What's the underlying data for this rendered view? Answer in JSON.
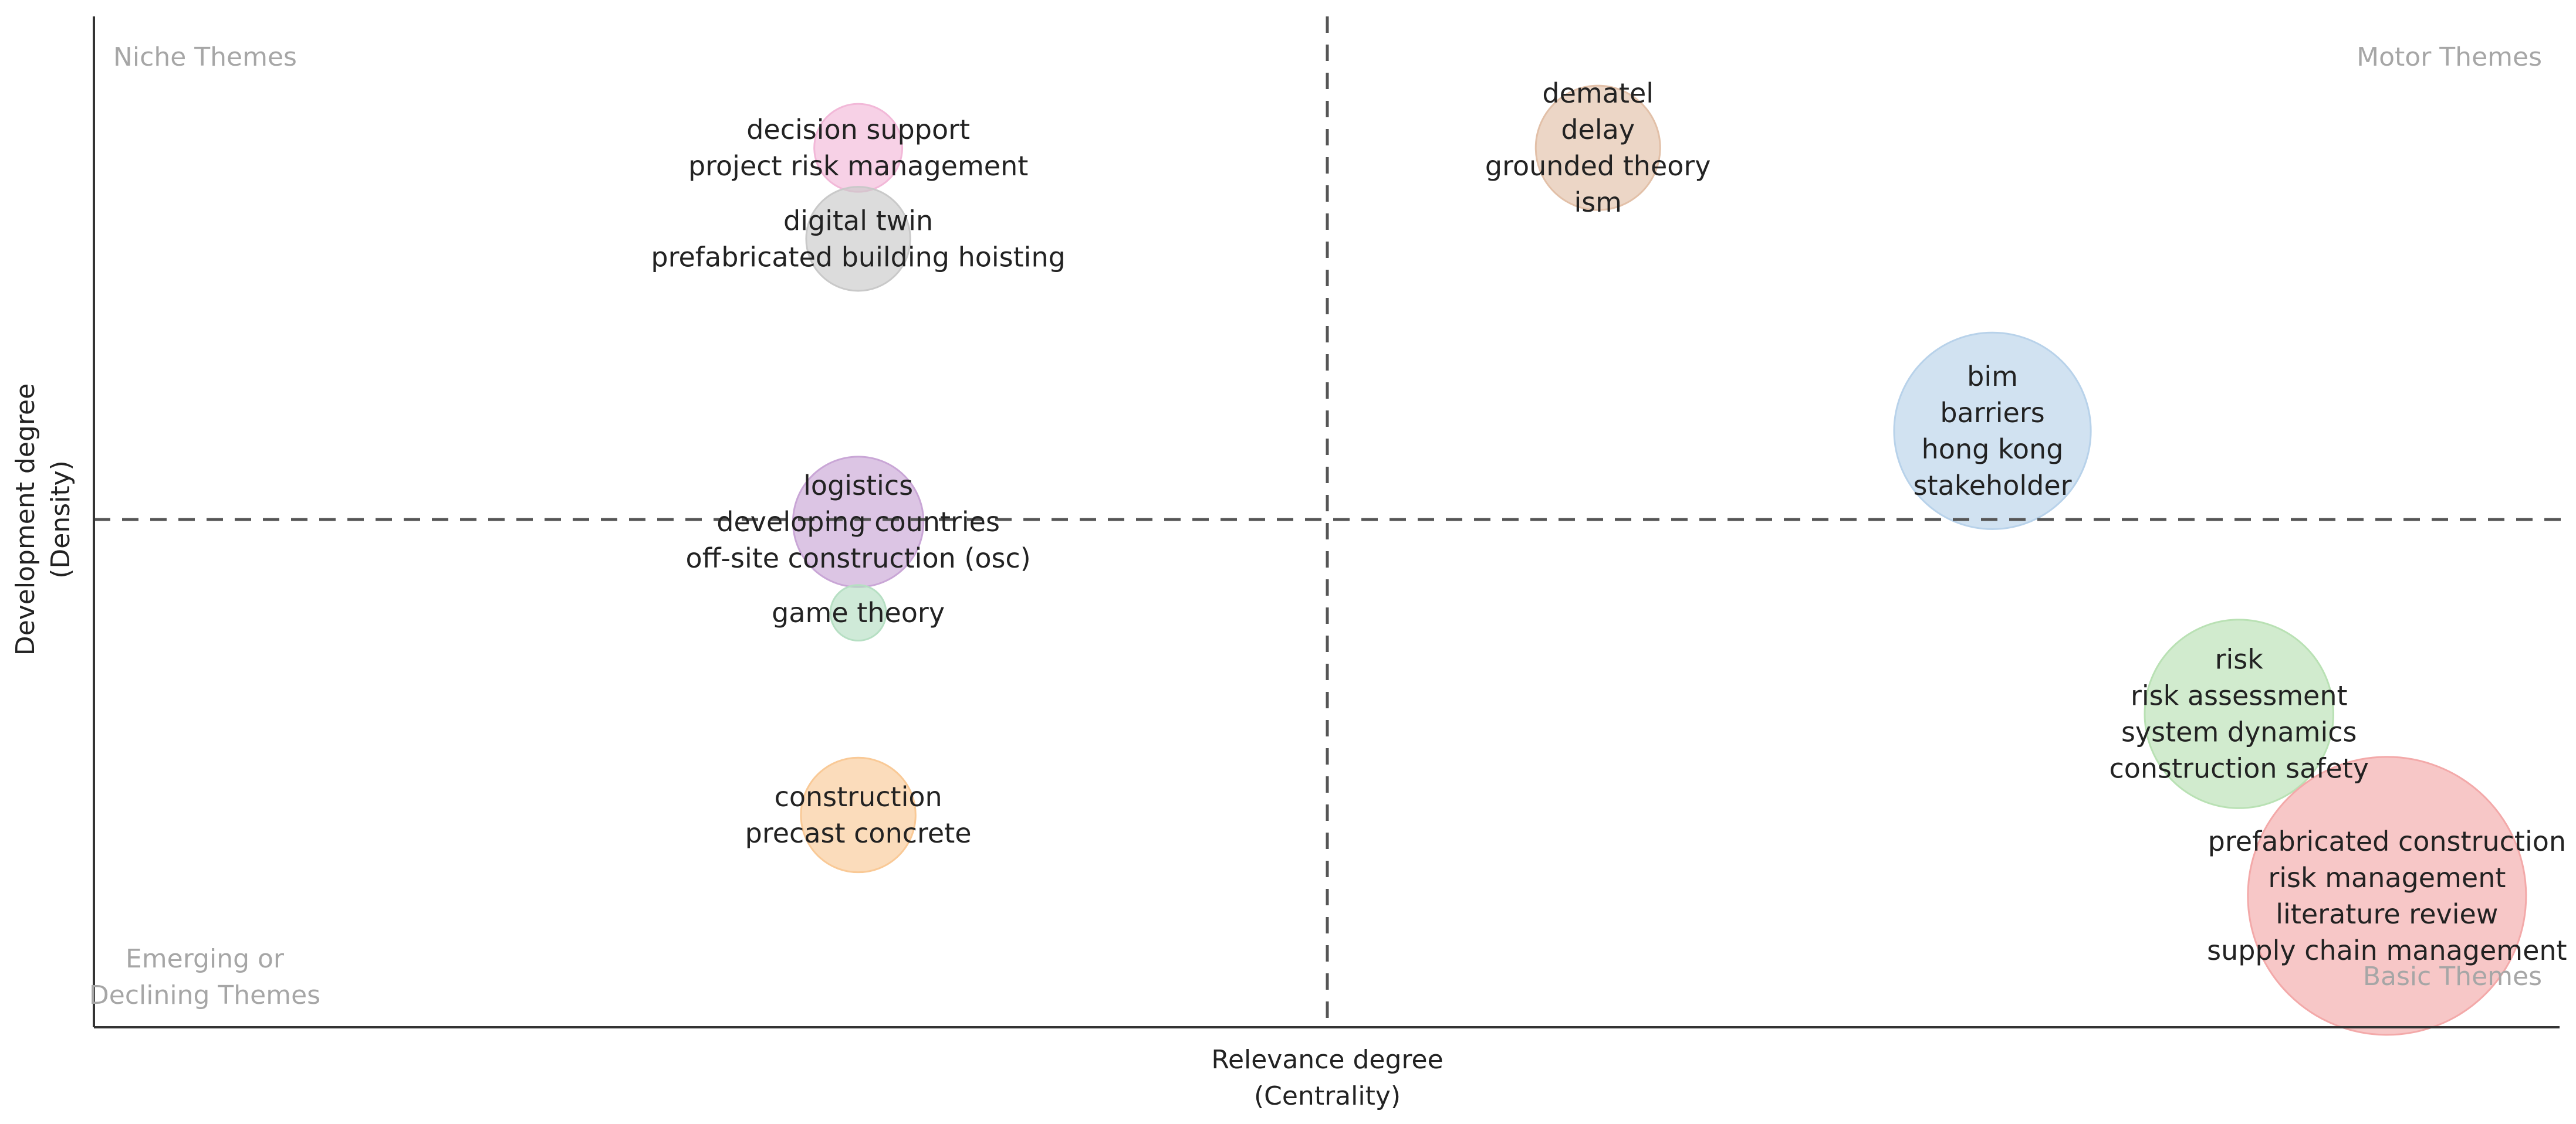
{
  "chart_data": {
    "type": "scatter",
    "xlabel": [
      "Relevance degree",
      "(Centrality)"
    ],
    "ylabel": [
      "Development degree",
      "(Density)"
    ],
    "quadrants": {
      "top_left": "Niche Themes",
      "top_right": "Motor Themes",
      "bottom_left": [
        "Emerging or",
        "Declining Themes"
      ],
      "bottom_right": "Basic Themes"
    },
    "grid": false,
    "axes": {
      "x_ticks": false,
      "y_ticks": false
    },
    "clusters": [
      {
        "x": 0.31,
        "y": 0.87,
        "size": 10,
        "color": "#f2b8d8",
        "terms": [
          "decision support",
          "project risk management"
        ]
      },
      {
        "x": 0.31,
        "y": 0.78,
        "size": 14,
        "color": "#c9c9c9",
        "terms": [
          "digital twin",
          "prefabricated building hoisting"
        ]
      },
      {
        "x": 0.31,
        "y": 0.5,
        "size": 22,
        "color": "#c9a6d6",
        "terms": [
          "logistics",
          "developing countries",
          "off-site construction (osc)"
        ]
      },
      {
        "x": 0.31,
        "y": 0.41,
        "size": 4,
        "color": "#b6dfc3",
        "terms": [
          "game theory"
        ]
      },
      {
        "x": 0.31,
        "y": 0.21,
        "size": 17,
        "color": "#f9c996",
        "terms": [
          "construction",
          "precast concrete"
        ]
      },
      {
        "x": 0.61,
        "y": 0.87,
        "size": 20,
        "color": "#e2c0a8",
        "terms": [
          "dematel",
          "delay",
          "grounded theory",
          "ism"
        ]
      },
      {
        "x": 0.77,
        "y": 0.59,
        "size": 50,
        "color": "#b8d2ea",
        "terms": [
          "bim",
          "barriers",
          "hong kong",
          "stakeholder"
        ]
      },
      {
        "x": 0.87,
        "y": 0.31,
        "size": 46,
        "color": "#b9e1b4",
        "terms": [
          "risk",
          "risk assessment",
          "system dynamics",
          "construction safety"
        ]
      },
      {
        "x": 0.93,
        "y": 0.13,
        "size": 100,
        "color": "#f3a9a9",
        "terms": [
          "prefabricated construction",
          "risk management",
          "literature review",
          "supply chain management"
        ]
      }
    ]
  }
}
